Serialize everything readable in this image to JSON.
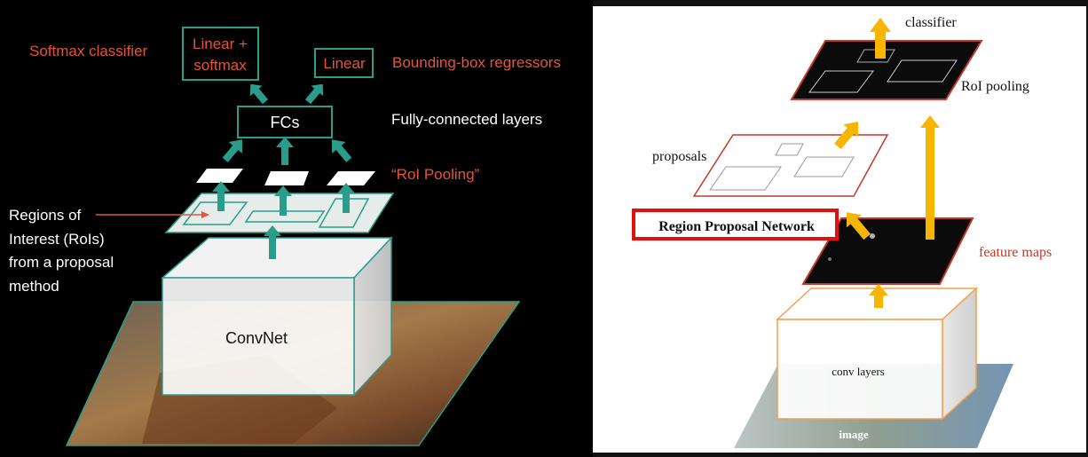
{
  "left_panel": {
    "softmax_classifier": "Softmax classifier",
    "linear_softmax_line1": "Linear +",
    "linear_softmax_line2": "softmax",
    "linear": "Linear",
    "bbox_regressors": "Bounding-box  regressors",
    "fcs": "FCs",
    "fully_connected": "Fully-connected layers",
    "roi_pooling": "“RoI Pooling”",
    "regions_lines": [
      "Regions of",
      "Interest (RoIs)",
      "from a proposal",
      "method"
    ],
    "convnet": "ConvNet"
  },
  "right_panel": {
    "classifier": "classifier",
    "roi_pooling": "RoI pooling",
    "proposals": "proposals",
    "rpn": "Region Proposal Network",
    "feature_maps": "feature maps",
    "conv_layers": "conv layers",
    "image": "image"
  },
  "colors": {
    "teal": "#2a9d8a",
    "orange_red": "#e2553a",
    "yellow": "#f7b500",
    "dark_red": "#c0392b",
    "rpn_red": "#e01010"
  }
}
